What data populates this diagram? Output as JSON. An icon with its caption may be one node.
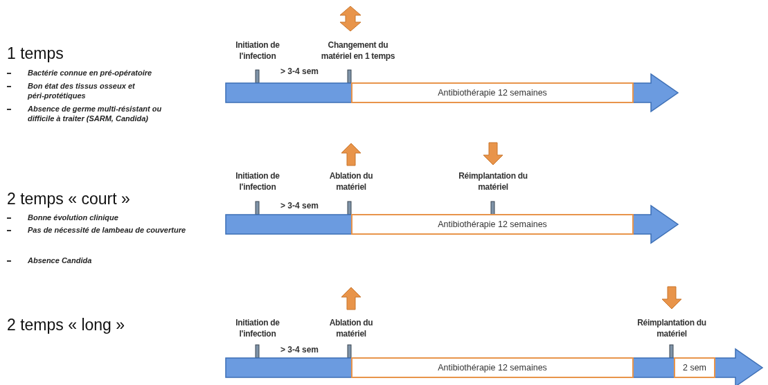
{
  "diagram": {
    "nodes": [
      {
        "text": [],
        "shape": "arrow"
      },
      {
        "text": [
          "Antibiothérapie 12 semaines"
        ],
        "in": 0
      },
      {
        "text": [],
        "shape": "arrow"
      },
      {
        "text": [
          "Antibiothérapie 12 semaines"
        ],
        "in": 2
      },
      {
        "text": [],
        "shape": "arrow"
      },
      {
        "text": [
          "Antibiothérapie 12 semaines"
        ],
        "in": 4
      },
      {
        "text": [
          "2 sem"
        ],
        "in": 4
      }
    ],
    "edges": [],
    "labels": [
      "1 temps",
      "Bactérie connue en pré-opératoire",
      "Bon état des tissus osseux et péri-protétiques",
      "Absence de germe multi-résistant ou difficile à traiter (SARM, Candida)",
      "Initiation de l'infection",
      "Changement du matériel en 1 temps",
      "> 3-4 sem",
      "2 temps « court »",
      "Bonne évolution clinique",
      "Pas de nécessité de lambeau de couverture",
      "Absence Candida",
      "Initiation de l'infection",
      "Ablation du matériel",
      "Réimplantation du matériel",
      "> 3-4 sem",
      "2 temps « long »",
      "Initiation de l'infection",
      "Ablation du matériel",
      "Réimplantation du matériel",
      "> 3-4 sem"
    ]
  }
}
